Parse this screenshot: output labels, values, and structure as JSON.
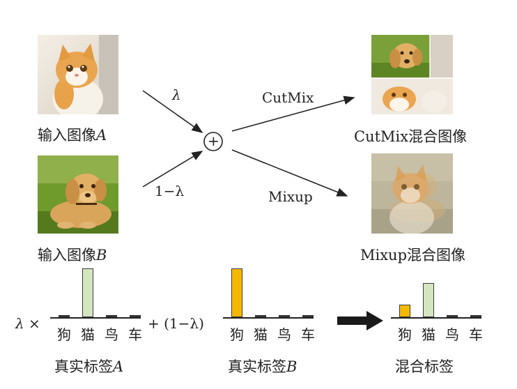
{
  "inputs": {
    "a_caption": "输入图像",
    "a_var": "A",
    "b_caption": "输入图像",
    "b_var": "B"
  },
  "edges": {
    "lambda": "λ",
    "one_minus_lambda": "1−λ",
    "plus_symbol": "+",
    "cutmix_label": "CutMix",
    "mixup_label": "Mixup"
  },
  "outputs": {
    "cutmix_caption": "CutMix混合图像",
    "mixup_caption": "Mixup混合图像"
  },
  "labels": {
    "lambda_times": "λ ×",
    "plus_one_minus_lambda": "+ (1−λ)",
    "categories": [
      "狗",
      "猫",
      "鸟",
      "车"
    ],
    "true_a_caption": "真实标签",
    "true_a_var": "A",
    "true_b_caption": "真实标签",
    "true_b_var": "B",
    "mixed_caption": "混合标签"
  },
  "chart_data": [
    {
      "type": "bar",
      "title": "真实标签A",
      "categories": [
        "狗",
        "猫",
        "鸟",
        "车"
      ],
      "values": [
        0,
        1,
        0,
        0
      ],
      "ylim": [
        0,
        1
      ],
      "colors": [
        "#333333",
        "#d4e6c0",
        "#333333",
        "#333333"
      ]
    },
    {
      "type": "bar",
      "title": "真实标签B",
      "categories": [
        "狗",
        "猫",
        "鸟",
        "车"
      ],
      "values": [
        1,
        0,
        0,
        0
      ],
      "ylim": [
        0,
        1
      ],
      "colors": [
        "#f5b800",
        "#333333",
        "#333333",
        "#333333"
      ]
    },
    {
      "type": "bar",
      "title": "混合标签",
      "categories": [
        "狗",
        "猫",
        "鸟",
        "车"
      ],
      "values": [
        0.25,
        0.7,
        0,
        0
      ],
      "ylim": [
        0,
        1
      ],
      "colors": [
        "#f5b800",
        "#d4e6c0",
        "#333333",
        "#333333"
      ]
    }
  ],
  "colors": {
    "cat_bar": "#d4e6c0",
    "dog_bar": "#f5b800",
    "arrow": "#222222",
    "big_arrow": "#1a1a1a"
  }
}
